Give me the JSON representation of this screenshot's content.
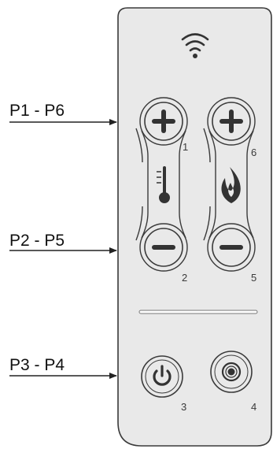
{
  "annotations": [
    {
      "id": "p1-p6",
      "label": "P1 - P6"
    },
    {
      "id": "p2-p5",
      "label": "P2 - P5"
    },
    {
      "id": "p3-p4",
      "label": "P3 - P4"
    }
  ],
  "remote": {
    "status_icon": "wifi-icon",
    "buttons": [
      {
        "id": "temp-up",
        "number": "1",
        "icon": "plus-icon"
      },
      {
        "id": "temp-down",
        "number": "2",
        "icon": "minus-icon"
      },
      {
        "id": "power",
        "number": "3",
        "icon": "power-icon"
      },
      {
        "id": "target",
        "number": "4",
        "icon": "target-icon"
      },
      {
        "id": "flame-down",
        "number": "5",
        "icon": "minus-icon"
      },
      {
        "id": "flame-up",
        "number": "6",
        "icon": "plus-icon"
      }
    ],
    "group_icons": [
      "thermometer-icon",
      "flame-icon"
    ]
  },
  "colors": {
    "body_fill": "#e9e9e9",
    "outline": "#3a3a3a",
    "ink": "#333333"
  }
}
